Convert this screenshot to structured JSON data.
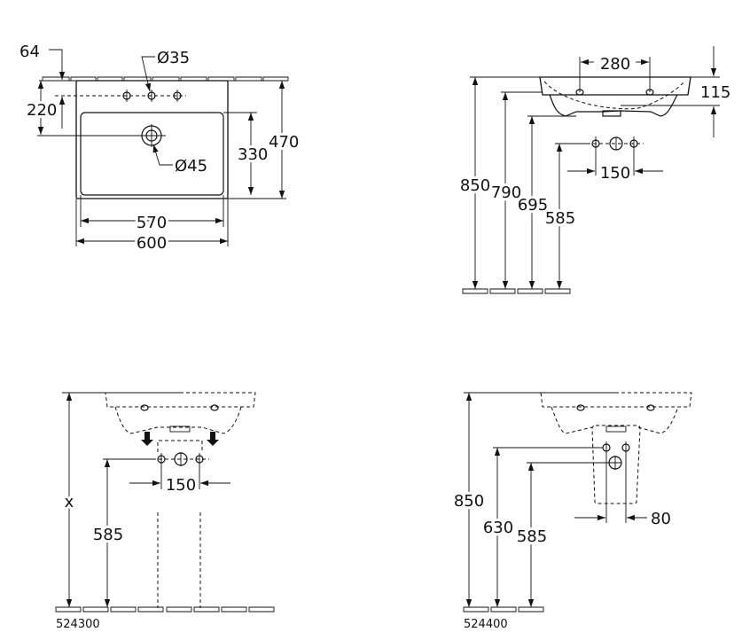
{
  "top_view": {
    "dim_64": "64",
    "dim_220": "220",
    "tap_hole_dia": "Ø35",
    "drain_dia": "Ø45",
    "dim_330": "330",
    "dim_470": "470",
    "dim_570": "570",
    "dim_600": "600"
  },
  "front_view": {
    "dim_280": "280",
    "dim_115": "115",
    "dim_850": "850",
    "dim_790": "790",
    "dim_695": "695",
    "dim_585": "585",
    "dim_150": "150"
  },
  "pedestal_view": {
    "dim_x": "x",
    "dim_585": "585",
    "dim_150": "150",
    "model": "524300"
  },
  "half_pedestal_view": {
    "dim_850": "850",
    "dim_630": "630",
    "dim_585": "585",
    "dim_80": "80",
    "model": "524400"
  }
}
